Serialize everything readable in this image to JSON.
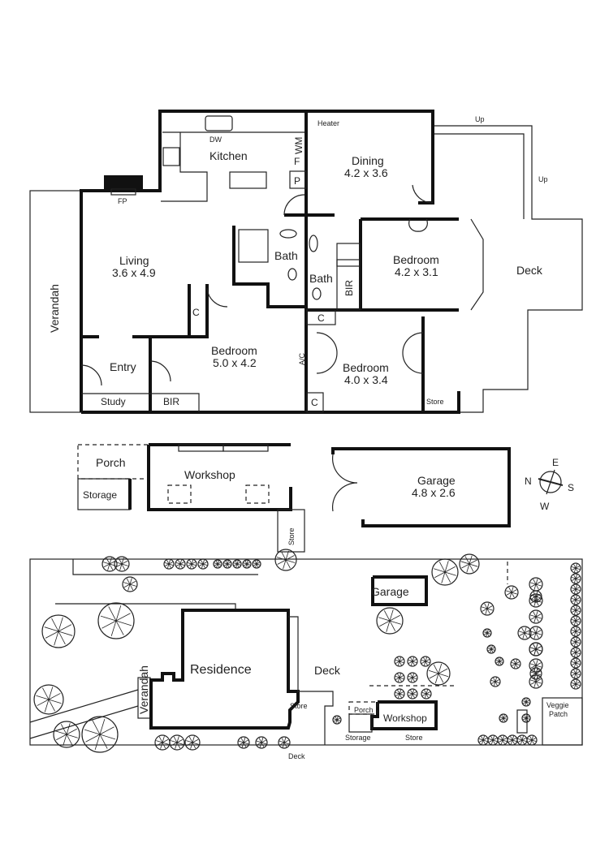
{
  "floor_plan": {
    "rooms": {
      "kitchen": "Kitchen",
      "dw": "DW",
      "wm": "WM",
      "f": "F",
      "p": "P",
      "heater": "Heater",
      "fp": "FP",
      "dining": "Dining",
      "dining_size": "4.2 x 3.6",
      "living": "Living",
      "living_size": "3.6 x 4.9",
      "verandah": "Verandah",
      "bath1": "Bath",
      "bath2": "Bath",
      "bir1": "BIR",
      "bedroom1": "Bedroom",
      "bedroom1_size": "4.2 x 3.1",
      "deck": "Deck",
      "up1": "Up",
      "up2": "Up",
      "c1": "C",
      "c2": "C",
      "c3": "C",
      "entry": "Entry",
      "bedroom2": "Bedroom",
      "bedroom2_size": "5.0 x 4.2",
      "ac": "A/C",
      "bedroom3": "Bedroom",
      "bedroom3_size": "4.0 x 3.4",
      "study": "Study",
      "bir2": "BIR",
      "store": "Store"
    },
    "outbuildings": {
      "porch": "Porch",
      "workshop": "Workshop",
      "storage": "Storage",
      "store": "Store",
      "garage": "Garage",
      "garage_size": "4.8 x 2.6"
    },
    "compass": {
      "n": "N",
      "e": "E",
      "s": "S",
      "w": "W"
    }
  },
  "site_plan": {
    "garage": "Garage",
    "residence": "Residence",
    "verandah": "Verandah",
    "deck": "Deck",
    "store": "Store",
    "porch": "Porch",
    "workshop": "Workshop",
    "storage": "Storage",
    "store2": "Store",
    "deck2": "Deck",
    "veggie1": "Veggie",
    "veggie2": "Patch"
  }
}
